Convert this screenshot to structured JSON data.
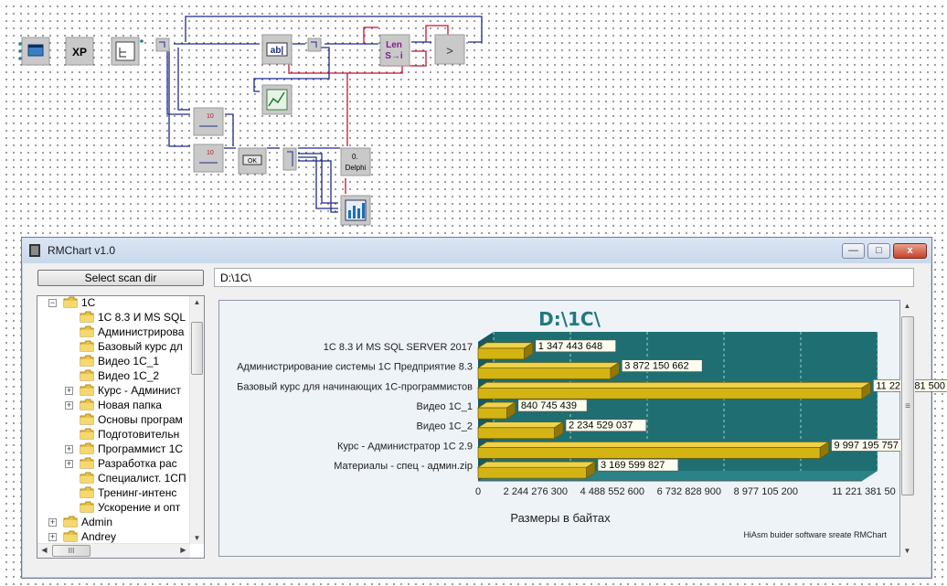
{
  "schema": {
    "components": [
      {
        "id": "form",
        "icon": "form-window-icon"
      },
      {
        "id": "xp",
        "label": "XP",
        "icon": "xp-manifest-icon"
      },
      {
        "id": "tree-comp",
        "icon": "tree-view-icon"
      },
      {
        "id": "edit",
        "label": "ab|",
        "icon": "edit-box-icon"
      },
      {
        "id": "len",
        "label": "Len",
        "sublabel": "S→i",
        "icon": "string-length-icon"
      },
      {
        "id": "gt",
        "label": ">",
        "icon": "compare-icon"
      },
      {
        "id": "chart1",
        "icon": "line-chart-icon"
      },
      {
        "id": "nums1",
        "label": "10",
        "icon": "number-icon"
      },
      {
        "id": "nums2",
        "label": "10",
        "icon": "number-icon"
      },
      {
        "id": "ok",
        "label": "OK",
        "icon": "button-icon"
      },
      {
        "id": "delphi",
        "label": "Delphi",
        "sublabel": "0.",
        "icon": "delphi-icon"
      },
      {
        "id": "chart2",
        "icon": "bar-chart-icon"
      }
    ]
  },
  "window": {
    "title": "RMChart v1.0",
    "icon": "app-icon",
    "controls": {
      "minimize": "—",
      "maximize": "□",
      "close": "x"
    }
  },
  "toolbar": {
    "scan_button_label": "Select scan dir",
    "path_value": "D:\\1C\\"
  },
  "tree": {
    "items": [
      {
        "label": "1C",
        "level": 0,
        "expander": "−"
      },
      {
        "label": "1C 8.3 И MS SQL",
        "level": 1,
        "expander": ""
      },
      {
        "label": "Администрирова",
        "level": 1,
        "expander": ""
      },
      {
        "label": "Базовый курс дл",
        "level": 1,
        "expander": ""
      },
      {
        "label": "Видео 1С_1",
        "level": 1,
        "expander": ""
      },
      {
        "label": "Видео 1С_2",
        "level": 1,
        "expander": ""
      },
      {
        "label": "Курс - Админист",
        "level": 1,
        "expander": "+"
      },
      {
        "label": "Новая папка",
        "level": 1,
        "expander": "+"
      },
      {
        "label": "Основы програм",
        "level": 1,
        "expander": ""
      },
      {
        "label": "Подготовительн",
        "level": 1,
        "expander": ""
      },
      {
        "label": "Программист 1С",
        "level": 1,
        "expander": "+"
      },
      {
        "label": "Разработка рас",
        "level": 1,
        "expander": "+"
      },
      {
        "label": "Специалист. 1СП",
        "level": 1,
        "expander": ""
      },
      {
        "label": "Тренинг-интенс",
        "level": 1,
        "expander": ""
      },
      {
        "label": "Ускорение и опт",
        "level": 1,
        "expander": ""
      },
      {
        "label": "Admin",
        "level": 0,
        "expander": "+"
      },
      {
        "label": "Andrey",
        "level": 0,
        "expander": "+"
      }
    ],
    "hscroll_grip": "III",
    "vscroll_grip": "≡"
  },
  "chart_grip": "≡",
  "chart_data": {
    "type": "bar",
    "orientation": "horizontal",
    "title": "D:\\1C\\",
    "xlabel": "Размеры в байтах",
    "ylabel": "",
    "footer": "HiAsm buider software sreate RMChart",
    "categories": [
      "1С 8.3 И MS SQL SERVER 2017",
      "Администрирование системы 1С Предприятие 8.3",
      "Базовый курс для начинающих 1С-программистов",
      "Видео 1С_1",
      "Видео 1С_2",
      "Курс - Администратор 1С 2.9",
      "Материалы - спец - админ.zip"
    ],
    "values": [
      1347443648,
      3872150662,
      11221381500,
      840745439,
      2234529037,
      9997195757,
      3169599827
    ],
    "value_labels": [
      "1 347 443 648",
      "3 872 150 662",
      "11 221 381 500",
      "840 745 439",
      "2 234 529 037",
      "9 997 195 757",
      "3 169 599 827"
    ],
    "xlim": [
      0,
      11221381500
    ],
    "xticks": [
      0,
      2244276300,
      4488552600,
      6732828900,
      8977105200,
      11221381500
    ],
    "xtick_labels": [
      "0",
      "2 244 276 300",
      "4 488 552 600",
      "6 732 828 900",
      "8 977 105 200",
      "11 221 381 50"
    ],
    "grid": true,
    "colors": {
      "bar": "#d4b413",
      "bar_dark": "#8f780a",
      "plot_bg": "#1f6f72",
      "title": "#1f7a80"
    }
  }
}
